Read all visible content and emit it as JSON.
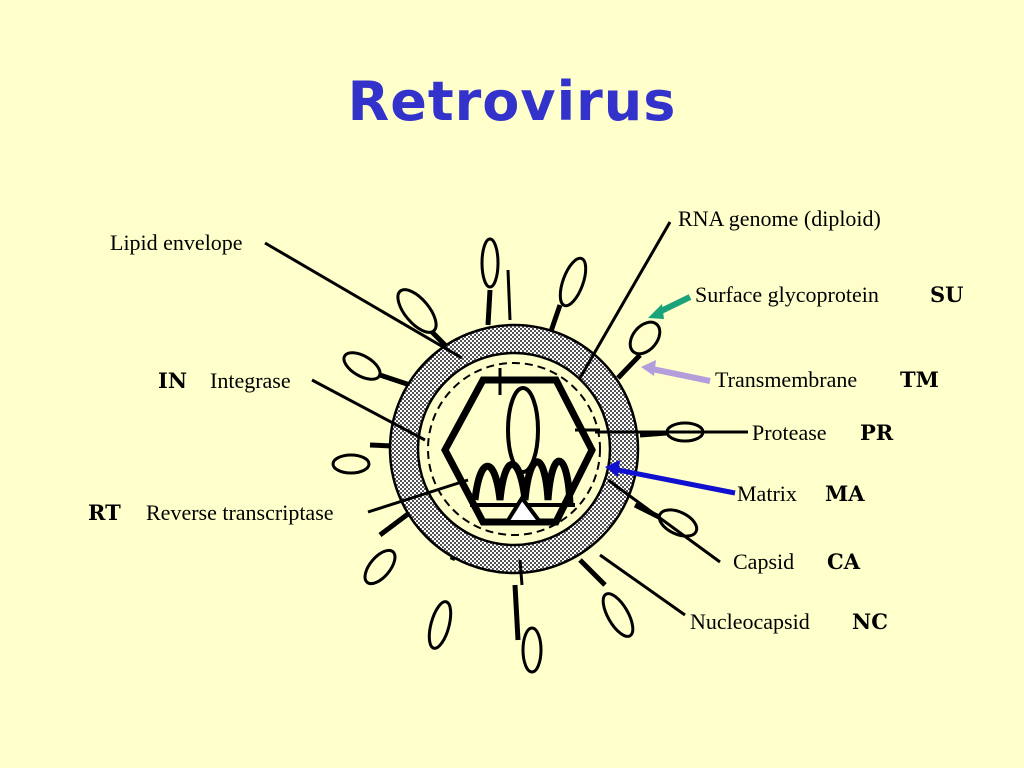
{
  "slide": {
    "title": "Retrovirus"
  },
  "diagram": {
    "labels": {
      "lipid_envelope": "Lipid envelope",
      "rna_genome": "RNA genome (diploid)",
      "surface_glycoprotein": "Surface glycoprotein",
      "surface_glycoprotein_abbr": "SU",
      "transmembrane": "Transmembrane",
      "transmembrane_abbr": "TM",
      "protease": "Protease",
      "protease_abbr": "PR",
      "matrix": "Matrix",
      "matrix_abbr": "MA",
      "capsid": "Capsid",
      "capsid_abbr": "CA",
      "nucleocapsid": "Nucleocapsid",
      "nucleocapsid_abbr": "NC",
      "integrase": "Integrase",
      "integrase_abbr": "IN",
      "reverse_transcriptase": "Reverse transcriptase",
      "reverse_transcriptase_abbr": "RT"
    },
    "colors": {
      "title": "#3333cc",
      "background": "#ffffcc",
      "su_arrow": "#1aa37a",
      "tm_arrow": "#b39ddb",
      "ma_arrow": "#1010d0"
    }
  }
}
